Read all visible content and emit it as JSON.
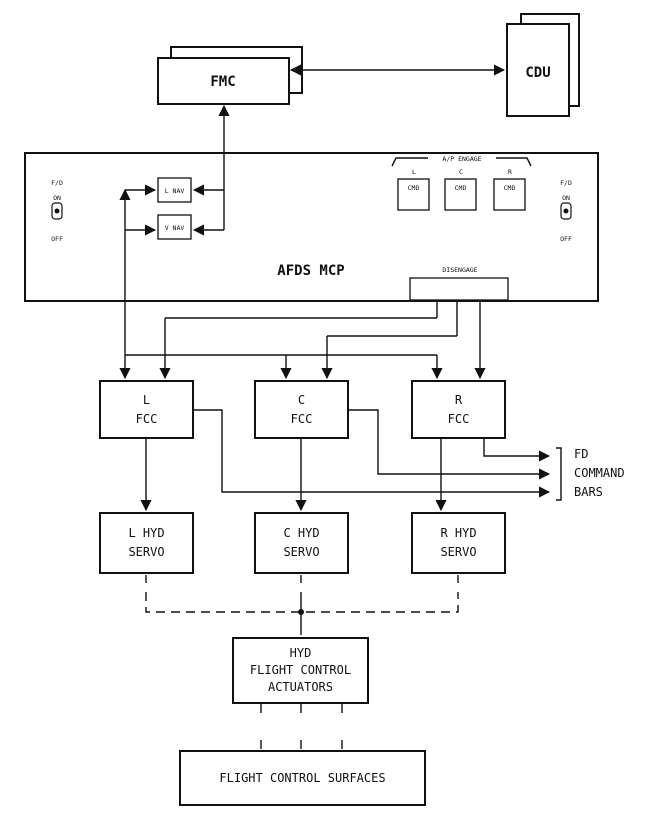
{
  "fmc": {
    "label": "FMC"
  },
  "cdu": {
    "label": "CDU"
  },
  "mcp": {
    "title": "AFDS MCP",
    "fd_left": {
      "label": "F/D",
      "on": "ON",
      "off": "OFF"
    },
    "fd_right": {
      "label": "F/D",
      "on": "ON",
      "off": "OFF"
    },
    "lnav": "L NAV",
    "vnav": "V NAV",
    "ap_engage": {
      "label": "A/P ENGAGE",
      "l": "L",
      "c": "C",
      "r": "R",
      "cmd": "CMD"
    },
    "disengage": "DISENGAGE"
  },
  "fcc": [
    {
      "line1": "L",
      "line2": "FCC"
    },
    {
      "line1": "C",
      "line2": "FCC"
    },
    {
      "line1": "R",
      "line2": "FCC"
    }
  ],
  "servos": [
    {
      "line1": "L HYD",
      "line2": "SERVO"
    },
    {
      "line1": "C HYD",
      "line2": "SERVO"
    },
    {
      "line1": "R HYD",
      "line2": "SERVO"
    }
  ],
  "fd_command_bars": {
    "line1": "FD",
    "line2": "COMMAND",
    "line3": "BARS"
  },
  "actuators": {
    "line1": "HYD",
    "line2": "FLIGHT CONTROL",
    "line3": "ACTUATORS"
  },
  "surfaces": {
    "label": "FLIGHT CONTROL SURFACES"
  }
}
